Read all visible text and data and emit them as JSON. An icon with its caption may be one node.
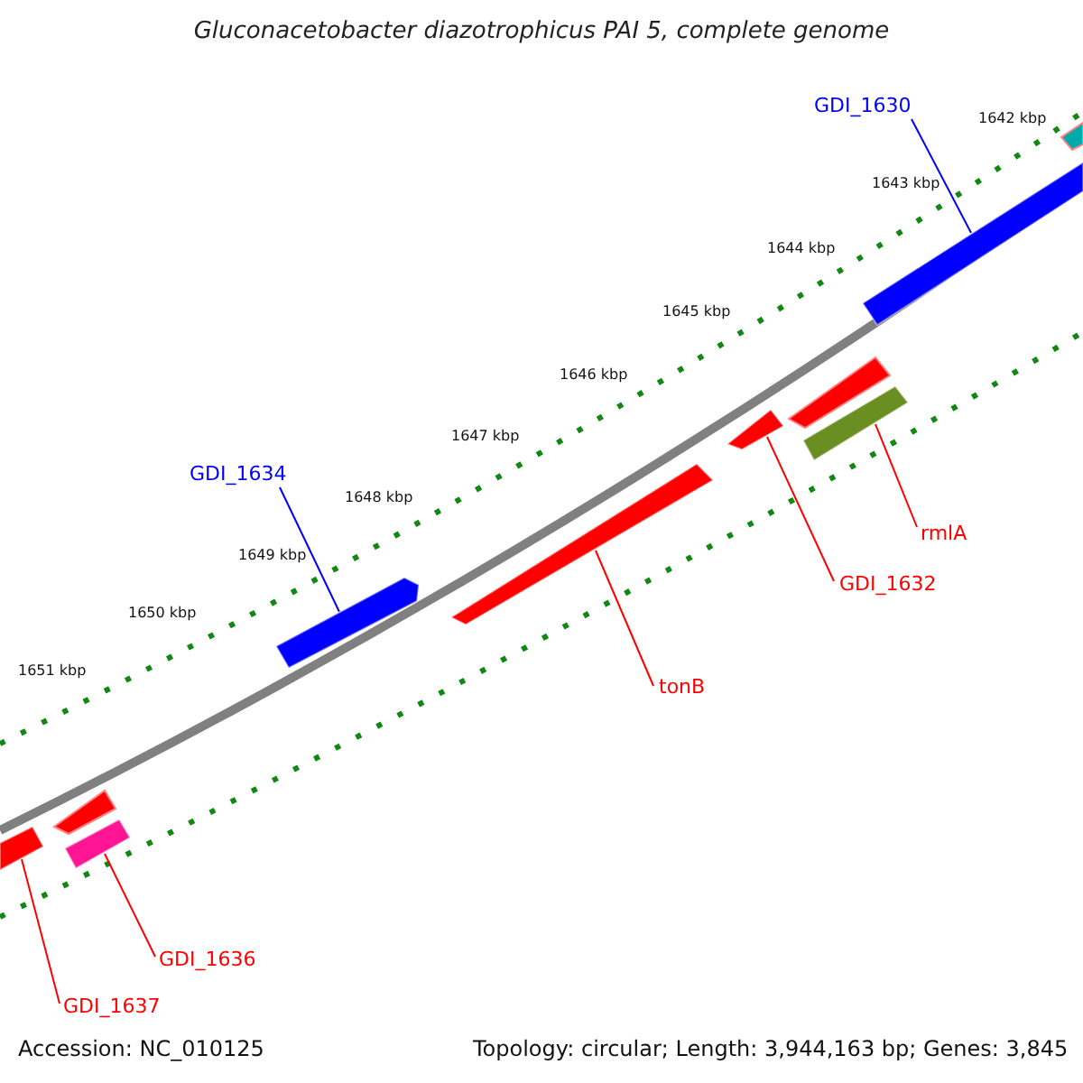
{
  "diagram": {
    "title": "Gluconacetobacter diazotrophicus PAI 5, complete genome",
    "nodes": [
      {
        "text": [
          "GDI_1630"
        ]
      },
      {
        "text": [],
        "shape": "bar"
      },
      {
        "text": [
          "GDI_1634"
        ]
      },
      {
        "text": [],
        "shape": "bar"
      },
      {
        "text": [],
        "shape": "bar"
      },
      {
        "text": [],
        "shape": "bar"
      },
      {
        "text": [],
        "shape": "bar"
      },
      {
        "text": [
          "rmlA"
        ]
      },
      {
        "text": [
          "GDI_1632"
        ]
      },
      {
        "text": [
          "tonB"
        ]
      },
      {
        "text": [],
        "shape": "bar"
      },
      {
        "text": [],
        "shape": "bar"
      },
      {
        "text": [
          "GDI_1636"
        ]
      },
      {
        "text": [
          "GDI_1637"
        ]
      }
    ],
    "edges": [
      {
        "from": 0,
        "to": 1,
        "arrow": "none",
        "color": "#0000ff"
      },
      {
        "from": 2,
        "to": 3,
        "arrow": "none",
        "color": "#0000ff"
      },
      {
        "from": 7,
        "to": 5,
        "arrow": "none"
      },
      {
        "from": 8,
        "to": 4,
        "arrow": "none"
      },
      {
        "from": 9,
        "to": 6,
        "arrow": "none"
      },
      {
        "from": 12,
        "to": 10,
        "arrow": "none"
      },
      {
        "from": 13,
        "to": 11,
        "arrow": "none"
      }
    ],
    "labels": [
      "1642 kbp",
      "1643 kbp",
      "1644 kbp",
      "1645 kbp",
      "1646 kbp",
      "1647 kbp",
      "1648 kbp",
      "1649 kbp",
      "1650 kbp",
      "1651 kbp",
      "Accession: NC_010125",
      "Topology: circular; Length: 3,944,163 bp; Genes: 3,845"
    ]
  }
}
